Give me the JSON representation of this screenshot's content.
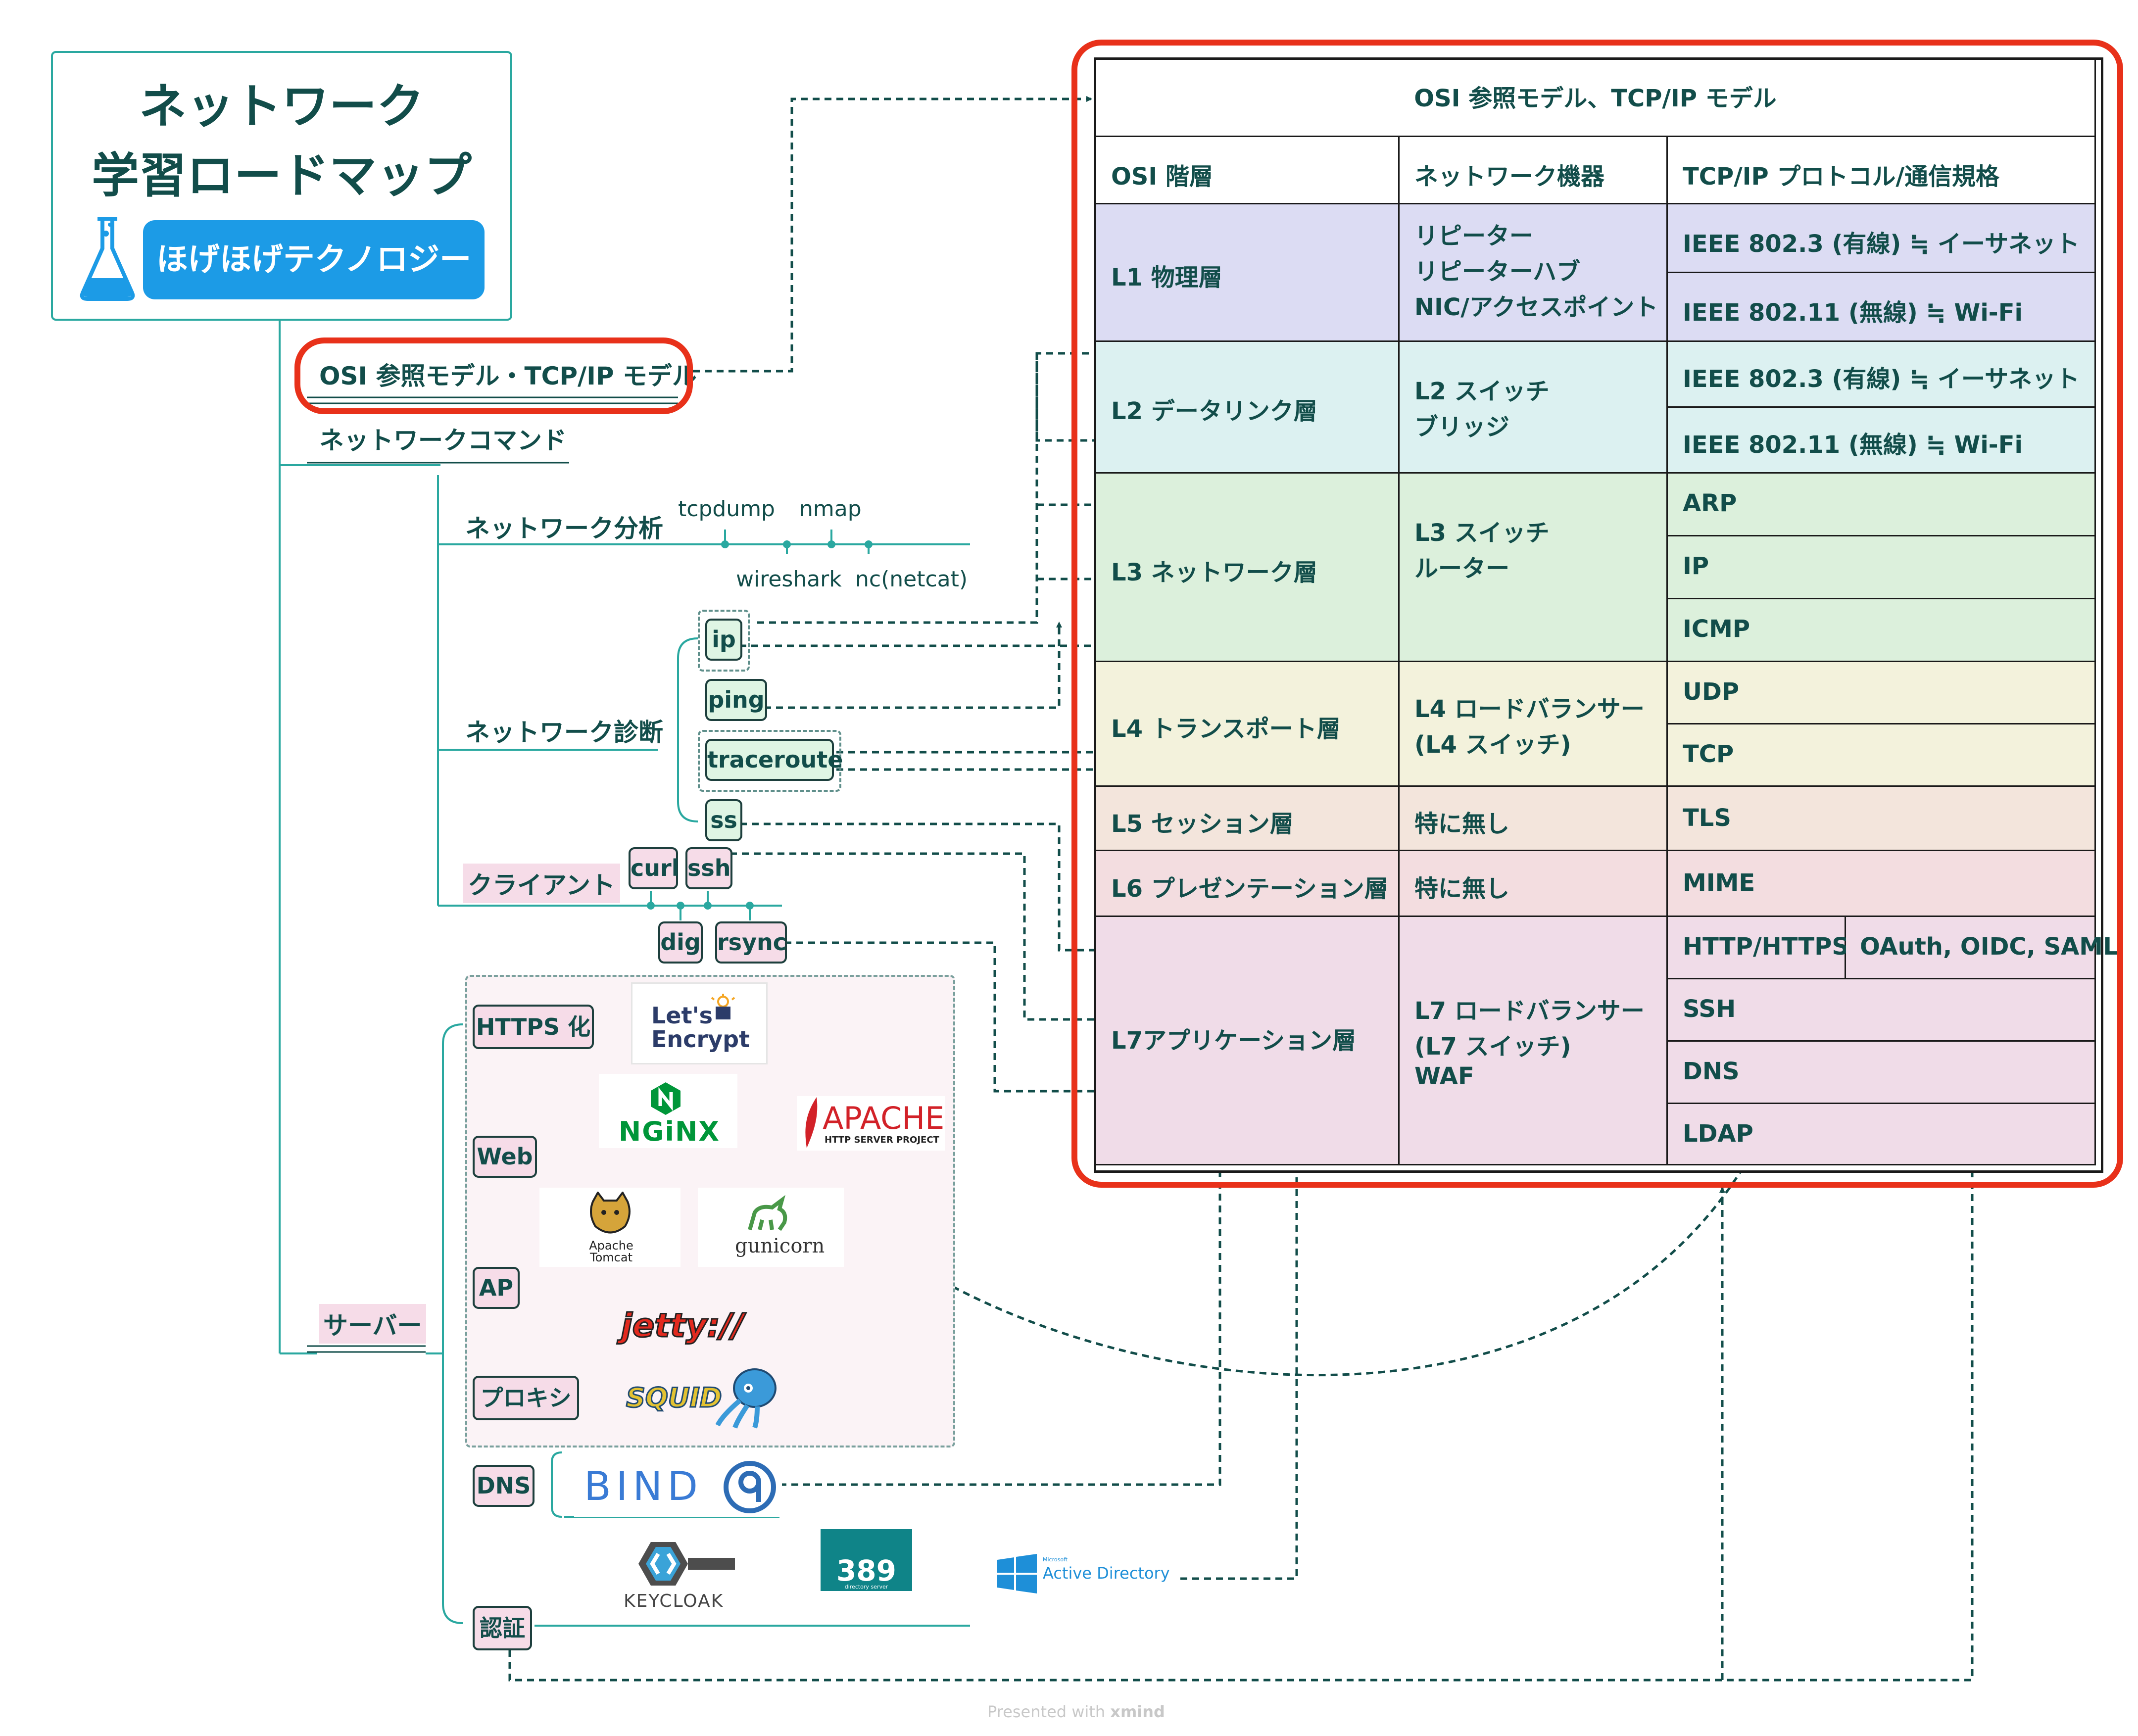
{
  "title": {
    "line1": "ネットワーク",
    "line2": "学習ロードマップ",
    "brand": "ほげほげテクノロジー"
  },
  "branches": {
    "osi": "OSI 参照モデル・TCP/IP モデル",
    "commands": "ネットワークコマンド",
    "server": "サーバー"
  },
  "commands": {
    "analysis": "ネットワーク分析",
    "analysis_tools": [
      "tcpdump",
      "nmap",
      "wireshark",
      "nc(netcat)"
    ],
    "diagnosis": "ネットワーク診断",
    "diagnosis_tools": [
      "ip",
      "ping",
      "traceroute",
      "ss"
    ],
    "client": "クライアント",
    "client_tools": [
      "curl",
      "ssh",
      "dig",
      "rsync"
    ]
  },
  "server": {
    "https": "HTTPS 化",
    "web": "Web",
    "ap": "AP",
    "proxy": "プロキシ",
    "dns": "DNS",
    "auth": "認証",
    "logos": {
      "letsencrypt": [
        "Let's",
        "Encrypt"
      ],
      "nginx": "NGiNX",
      "apache": "APACHE",
      "apache_sub": "HTTP SERVER PROJECT",
      "tomcat": [
        "Apache",
        "Tomcat"
      ],
      "gunicorn": "gunicorn",
      "jetty": "jetty://",
      "squid": "SQUID",
      "bind": "BIND",
      "keycloak": "KEYCLOAK",
      "ds389": "389",
      "ds389_sub": "directory server",
      "ad_small": "Microsoft",
      "ad": "Active Directory"
    }
  },
  "table": {
    "title": "OSI 参照モデル、TCP/IP モデル",
    "headers": [
      "OSI 階層",
      "ネットワーク機器",
      "TCP/IP プロトコル/通信規格"
    ],
    "layers": [
      {
        "name": "L1 物理層",
        "devices": [
          "リピーター",
          "リピーターハブ",
          "NIC/アクセスポイント"
        ],
        "protocols": [
          "IEEE 802.3 (有線) ≒ イーサネット",
          "IEEE 802.11 (無線) ≒ Wi-Fi"
        ],
        "color": "#dcdcf3"
      },
      {
        "name": "L2 データリンク層",
        "devices": [
          "L2 スイッチ",
          "ブリッジ"
        ],
        "protocols": [
          "IEEE 802.3 (有線) ≒ イーサネット",
          "IEEE 802.11 (無線) ≒ Wi-Fi"
        ],
        "color": "#dcf1f1"
      },
      {
        "name": "L3 ネットワーク層",
        "devices": [
          "L3 スイッチ",
          "ルーター"
        ],
        "protocols": [
          "ARP",
          "IP",
          "ICMP"
        ],
        "color": "#dcf0dc"
      },
      {
        "name": "L4 トランスポート層",
        "devices": [
          "L4 ロードバランサー",
          "(L4 スイッチ)"
        ],
        "protocols": [
          "UDP",
          "TCP"
        ],
        "color": "#f3f2dc"
      },
      {
        "name": "L5 セッション層",
        "devices": [
          "特に無し"
        ],
        "protocols": [
          "TLS"
        ],
        "color": "#f3e5dc"
      },
      {
        "name": "L6 プレゼンテーション層",
        "devices": [
          "特に無し"
        ],
        "protocols": [
          "MIME"
        ],
        "color": "#f3dde0"
      },
      {
        "name": "L7アプリケーション層",
        "devices": [
          "L7 ロードバランサー",
          "(L7 スイッチ)",
          "WAF"
        ],
        "protocols": [
          "HTTP/HTTPS",
          "OAuth, OIDC, SAML",
          "SSH",
          "DNS",
          "LDAP"
        ],
        "color": "#f0dce8"
      }
    ]
  },
  "footer": {
    "presented": "Presented with",
    "brand": "xmind"
  },
  "colors": {
    "teal": "#2aa8a0",
    "dark": "#124d4a",
    "red": "#e8311a",
    "blue": "#1c9be6"
  }
}
